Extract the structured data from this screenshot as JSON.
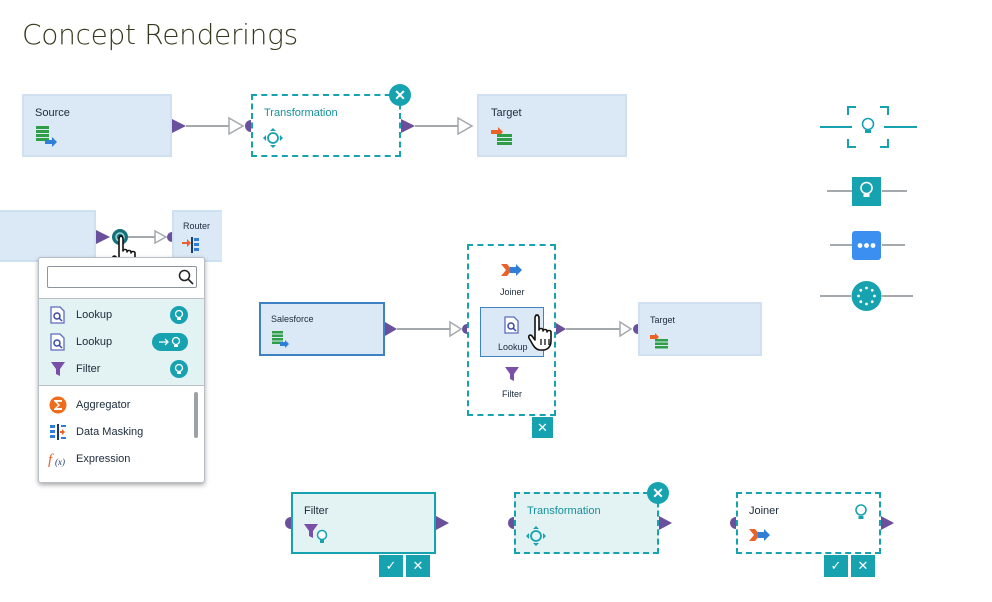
{
  "page_title": "Concept Renderings",
  "row1": {
    "source_label": "Source",
    "transformation_label": "Transformation",
    "target_label": "Target"
  },
  "left_panel": {
    "router_label": "Router",
    "search": {
      "value": "",
      "placeholder": ""
    },
    "suggested": [
      {
        "label": "Lookup",
        "icon": "lookup-icon",
        "badge": "lightbulb"
      },
      {
        "label": "Lookup",
        "icon": "lookup-icon",
        "badge": "arrow-lightbulb"
      },
      {
        "label": "Filter",
        "icon": "filter-icon",
        "badge": "lightbulb"
      }
    ],
    "items": [
      {
        "label": "Aggregator",
        "icon": "aggregator-icon"
      },
      {
        "label": "Data Masking",
        "icon": "data-masking-icon"
      },
      {
        "label": "Expression",
        "icon": "expression-icon"
      }
    ]
  },
  "middle": {
    "salesforce_label": "Salesforce",
    "target_label": "Target",
    "options": [
      "Joiner",
      "Lookup",
      "Filter"
    ]
  },
  "bottom": {
    "filter_label": "Filter",
    "transformation_label": "Transformation",
    "joiner_label": "Joiner"
  },
  "colors": {
    "node_fill": "#dbe9f7",
    "teal": "#17a2b0",
    "port_purple": "#6a4f9c",
    "connector_gray": "#a4a9ae",
    "blue_accent": "#3b8ff0"
  }
}
